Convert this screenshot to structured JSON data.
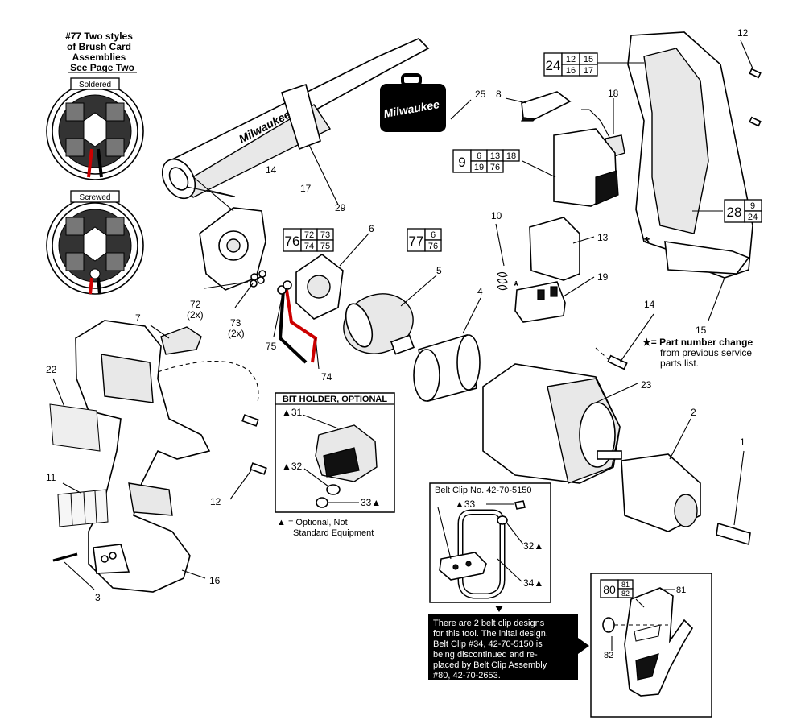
{
  "brand": "Milwaukee",
  "brush_note": {
    "line1": "#77 Two styles",
    "line2": "of Brush Card",
    "line3": "Assemblies",
    "line4": "See Page Two",
    "soldered": "Soldered",
    "screwed": "Screwed"
  },
  "callouts": {
    "c1": "1",
    "c2": "2",
    "c3": "3",
    "c4": "4",
    "c5": "5",
    "c6": "6",
    "c7": "7",
    "c8": "8",
    "c10": "10",
    "c11": "11",
    "c12a": "12",
    "c12b": "12",
    "c13": "13",
    "c14a": "14",
    "c14b": "14",
    "c15": "15",
    "c16": "16",
    "c17": "17",
    "c18": "18",
    "c19": "19",
    "c22": "22",
    "c23": "23",
    "c25": "25",
    "c29": "29",
    "c72": "72",
    "c72x": "(2x)",
    "c73": "73",
    "c73x": "(2x)",
    "c74": "74",
    "c75": "75",
    "c81": "81",
    "c82": "82",
    "star": "*",
    "star2": "*"
  },
  "groups": {
    "g24": {
      "main": "24",
      "a": "12",
      "b": "15",
      "c": "16",
      "d": "17"
    },
    "g9": {
      "main": "9",
      "a": "6",
      "b": "13",
      "c": "18",
      "d": "19",
      "e": "76"
    },
    "g28": {
      "main": "28",
      "a": "9",
      "b": "24"
    },
    "g76": {
      "main": "76",
      "a": "72",
      "b": "73",
      "c": "74",
      "d": "75"
    },
    "g77": {
      "main": "77",
      "a": "6",
      "b": "76"
    },
    "g80": {
      "main": "80",
      "a": "81",
      "b": "82"
    }
  },
  "part_change_note": {
    "line1": "★= Part number change",
    "line2": "from previous service",
    "line3": "parts list."
  },
  "bit_holder": {
    "title": "BIT HOLDER, OPTIONAL",
    "i31": "▲31",
    "i32": "▲32",
    "i33": "33▲",
    "legend1": "▲ = Optional, Not",
    "legend2": "Standard Equipment"
  },
  "belt_clip": {
    "title": "Belt Clip No. 42-70-5150",
    "i33": "▲33",
    "i32": "32▲",
    "i34": "34▲"
  },
  "belt_note": {
    "l1": "There are 2 belt clip designs",
    "l2": "for this tool. The inital design,",
    "l3": "Belt Clip #34, 42-70-5150 is",
    "l4": "being discontinued and re-",
    "l5": "placed by Belt Clip Assembly",
    "l6": "#80, 42-70-2653."
  }
}
